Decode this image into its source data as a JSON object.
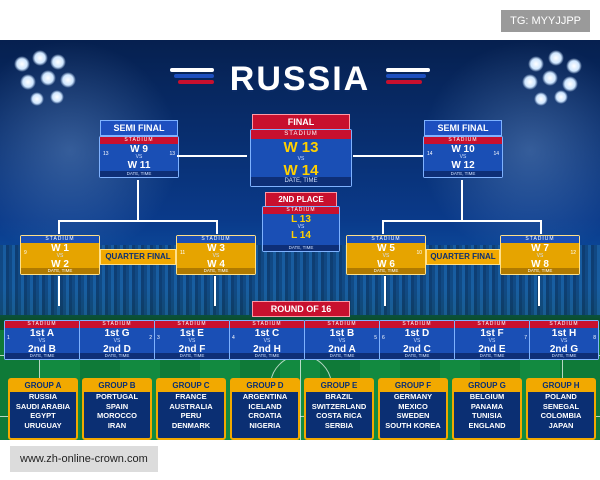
{
  "badge_top": "TG: MYYJJPP",
  "watermark": "www.zh-online-crown.com",
  "title": "RUSSIA",
  "labels": {
    "stadium": "STADIUM",
    "vs": "VS",
    "date_time": "DATE, TIME",
    "final": "FINAL",
    "semi_final": "SEMI FINAL",
    "second_place": "2ND PLACE",
    "quarter_final": "QUARTER FINAL",
    "round_of_16": "ROUND OF 16"
  },
  "final": {
    "team1": "W 13",
    "team2": "W 14"
  },
  "third_place": {
    "team1": "L 13",
    "team2": "L 14"
  },
  "semis": [
    {
      "team1": "W 9",
      "team2": "W 11",
      "n1": "13",
      "n2": "13"
    },
    {
      "team1": "W 10",
      "team2": "W 12",
      "n1": "14",
      "n2": "14"
    }
  ],
  "quarters": [
    {
      "team1": "W 1",
      "team2": "W 2",
      "n": "9"
    },
    {
      "team1": "W 3",
      "team2": "W 4",
      "n": "11"
    },
    {
      "team1": "W 5",
      "team2": "W 6",
      "n": "10"
    },
    {
      "team1": "W 7",
      "team2": "W 8",
      "n": "12"
    }
  ],
  "round16": [
    {
      "team1": "1st A",
      "team2": "2nd B",
      "n": "1"
    },
    {
      "team1": "1st G",
      "team2": "2nd D",
      "n": "2"
    },
    {
      "team1": "1st E",
      "team2": "2nd F",
      "n": "3"
    },
    {
      "team1": "1st C",
      "team2": "2nd H",
      "n": "4"
    },
    {
      "team1": "1st B",
      "team2": "2nd A",
      "n": "5"
    },
    {
      "team1": "1st D",
      "team2": "2nd C",
      "n": "6"
    },
    {
      "team1": "1st F",
      "team2": "2nd E",
      "n": "7"
    },
    {
      "team1": "1st H",
      "team2": "2nd G",
      "n": "8"
    }
  ],
  "groups": [
    {
      "name": "GROUP A",
      "teams": [
        "RUSSIA",
        "SAUDI ARABIA",
        "EGYPT",
        "URUGUAY"
      ]
    },
    {
      "name": "GROUP B",
      "teams": [
        "PORTUGAL",
        "SPAIN",
        "MOROCCO",
        "IRAN"
      ]
    },
    {
      "name": "GROUP C",
      "teams": [
        "FRANCE",
        "AUSTRALIA",
        "PERU",
        "DENMARK"
      ]
    },
    {
      "name": "GROUP D",
      "teams": [
        "ARGENTINA",
        "ICELAND",
        "CROATIA",
        "NIGERIA"
      ]
    },
    {
      "name": "GROUP E",
      "teams": [
        "BRAZIL",
        "SWITZERLAND",
        "COSTA RICA",
        "SERBIA"
      ]
    },
    {
      "name": "GROUP F",
      "teams": [
        "GERMANY",
        "MEXICO",
        "SWEDEN",
        "SOUTH KOREA"
      ]
    },
    {
      "name": "GROUP G",
      "teams": [
        "BELGIUM",
        "PANAMA",
        "TUNISIA",
        "ENGLAND"
      ]
    },
    {
      "name": "GROUP H",
      "teams": [
        "POLAND",
        "SENEGAL",
        "COLOMBIA",
        "JAPAN"
      ]
    }
  ],
  "colors": {
    "blue": "#1a4fb5",
    "red": "#c8102e",
    "gold": "#f2a900",
    "navy": "#0b2f73"
  }
}
